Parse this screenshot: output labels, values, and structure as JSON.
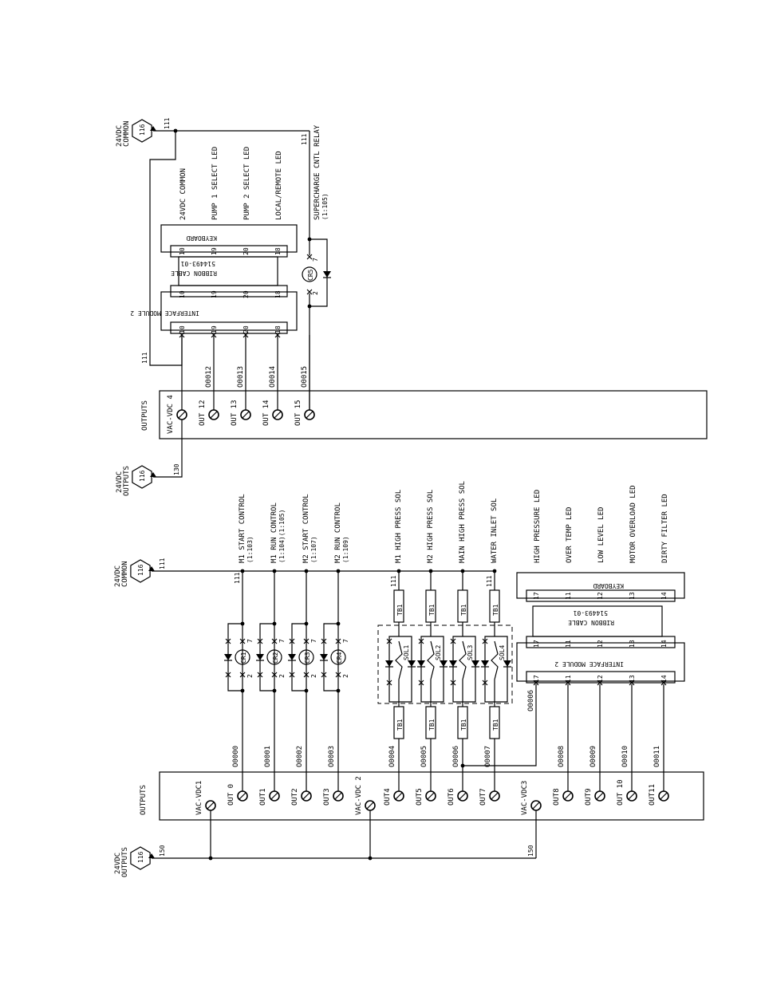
{
  "rails": {
    "top_common": {
      "node": "116",
      "label_line1": "24VDC",
      "label_line2": "COMMON",
      "wire": "111"
    },
    "top_outputs": {
      "node": "116",
      "label_line1": "24VDC",
      "label_line2": "OUTPUTS",
      "wire": "130"
    },
    "bottom_common": {
      "node": "116",
      "label_line1": "24VDC",
      "label_line2": "COMMON",
      "wire": "111"
    },
    "bottom_outputs": {
      "node": "116",
      "label_line1": "24VDC",
      "label_line2": "OUTPUTS",
      "wire": "150"
    }
  },
  "module_top": {
    "outputs_label": "OUTPUTS",
    "vac_label": "VAC-VDC 4",
    "terminals": [
      "OUT 12",
      "OUT 13",
      "OUT 14",
      "OUT 15"
    ],
    "wires": [
      "O0012",
      "O0013",
      "O0014",
      "O0015"
    ],
    "wire_111_left": "111",
    "wire_111_relay": "111"
  },
  "top_interface": {
    "keyboard": "KEYBOARD",
    "cable_line1": "RIBBON CABLE",
    "cable_line2": "514493-01",
    "interface": "INTERFACE MODULE 2",
    "pins": [
      "10",
      "19",
      "20",
      "18"
    ],
    "leds": [
      "24VDC COMMON",
      "PUMP 1 SELECT LED",
      "PUMP 2 SELECT LED",
      "LOCAL/REMOTE LED"
    ]
  },
  "relay_cr5": {
    "name": "CR5",
    "pin_a": "2",
    "pin_b": "7",
    "label": "SUPERCHARGE CNTL RELAY",
    "ref": "(1:105)"
  },
  "module_bottom": {
    "outputs_label": "OUTPUTS",
    "vac": [
      "VAC-VDC1",
      "VAC-VDC 2",
      "VAC-VDC3"
    ],
    "terminals": [
      "OUT 0",
      "OUT1",
      "OUT2",
      "OUT3",
      "OUT4",
      "OUT5",
      "OUT6",
      "OUT7",
      "OUT8",
      "OUT9",
      "OUT 10",
      "OUT11"
    ],
    "wires": [
      "O0000",
      "O0001",
      "O0002",
      "O0003",
      "O0004",
      "O0005",
      "O0006",
      "O0007",
      "O0008",
      "O0009",
      "O0010",
      "O0011"
    ],
    "wire_006": "O0006",
    "wire_111": "111"
  },
  "relays": [
    {
      "name": "CR1",
      "pin_a": "2",
      "pin_b": "7",
      "label": "M1 START CONTROL",
      "ref": "(1:103)"
    },
    {
      "name": "CR2",
      "pin_a": "2",
      "pin_b": "7",
      "label": "M1 RUN CONTROL",
      "ref": "(1:104)(1:105)"
    },
    {
      "name": "CR3",
      "pin_a": "2",
      "pin_b": "7",
      "label": "M2 START CONTROL",
      "ref": "(1:107)"
    },
    {
      "name": "CR4",
      "pin_a": "2",
      "pin_b": "7",
      "label": "M2 RUN CONTROL",
      "ref": "(1:109)"
    }
  ],
  "solenoids": [
    {
      "name": "SOL1",
      "tb": "TB1",
      "label": "M1 HIGH PRESS SOL"
    },
    {
      "name": "SOL2",
      "tb": "TB1",
      "label": "M2 HIGH PRESS SOL"
    },
    {
      "name": "SOL3",
      "tb": "TB1",
      "label": "MAIN HIGH PRESS SOL"
    },
    {
      "name": "SOL4",
      "tb": "TB1",
      "label": "WATER INLET SOL"
    }
  ],
  "bottom_interface": {
    "keyboard": "KEYBOARD",
    "cable_line1": "RIBBON CABLE",
    "cable_line2": "514493-01",
    "interface": "INTERFACE MODULE 2",
    "pins": [
      "17",
      "11",
      "12",
      "13",
      "14"
    ],
    "leds": [
      "HIGH PRESSURE LED",
      "OVER TEMP LED",
      "LOW LEVEL LED",
      "MOTOR OVERLOAD LED",
      "DIRTY FILTER LED"
    ]
  }
}
